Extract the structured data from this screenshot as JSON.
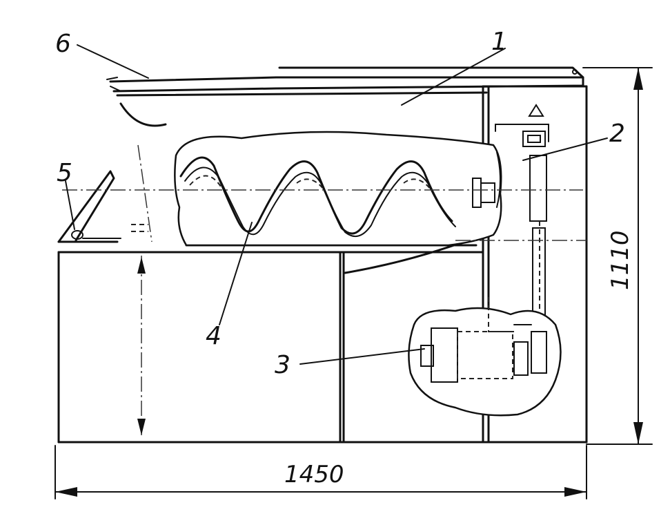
{
  "callouts": [
    {
      "id": "1",
      "text": "1"
    },
    {
      "id": "2",
      "text": "2"
    },
    {
      "id": "3",
      "text": "3"
    },
    {
      "id": "4",
      "text": "4"
    },
    {
      "id": "5",
      "text": "5"
    },
    {
      "id": "6",
      "text": "6"
    }
  ],
  "dimensions": {
    "width": "1450",
    "height": "1110"
  }
}
